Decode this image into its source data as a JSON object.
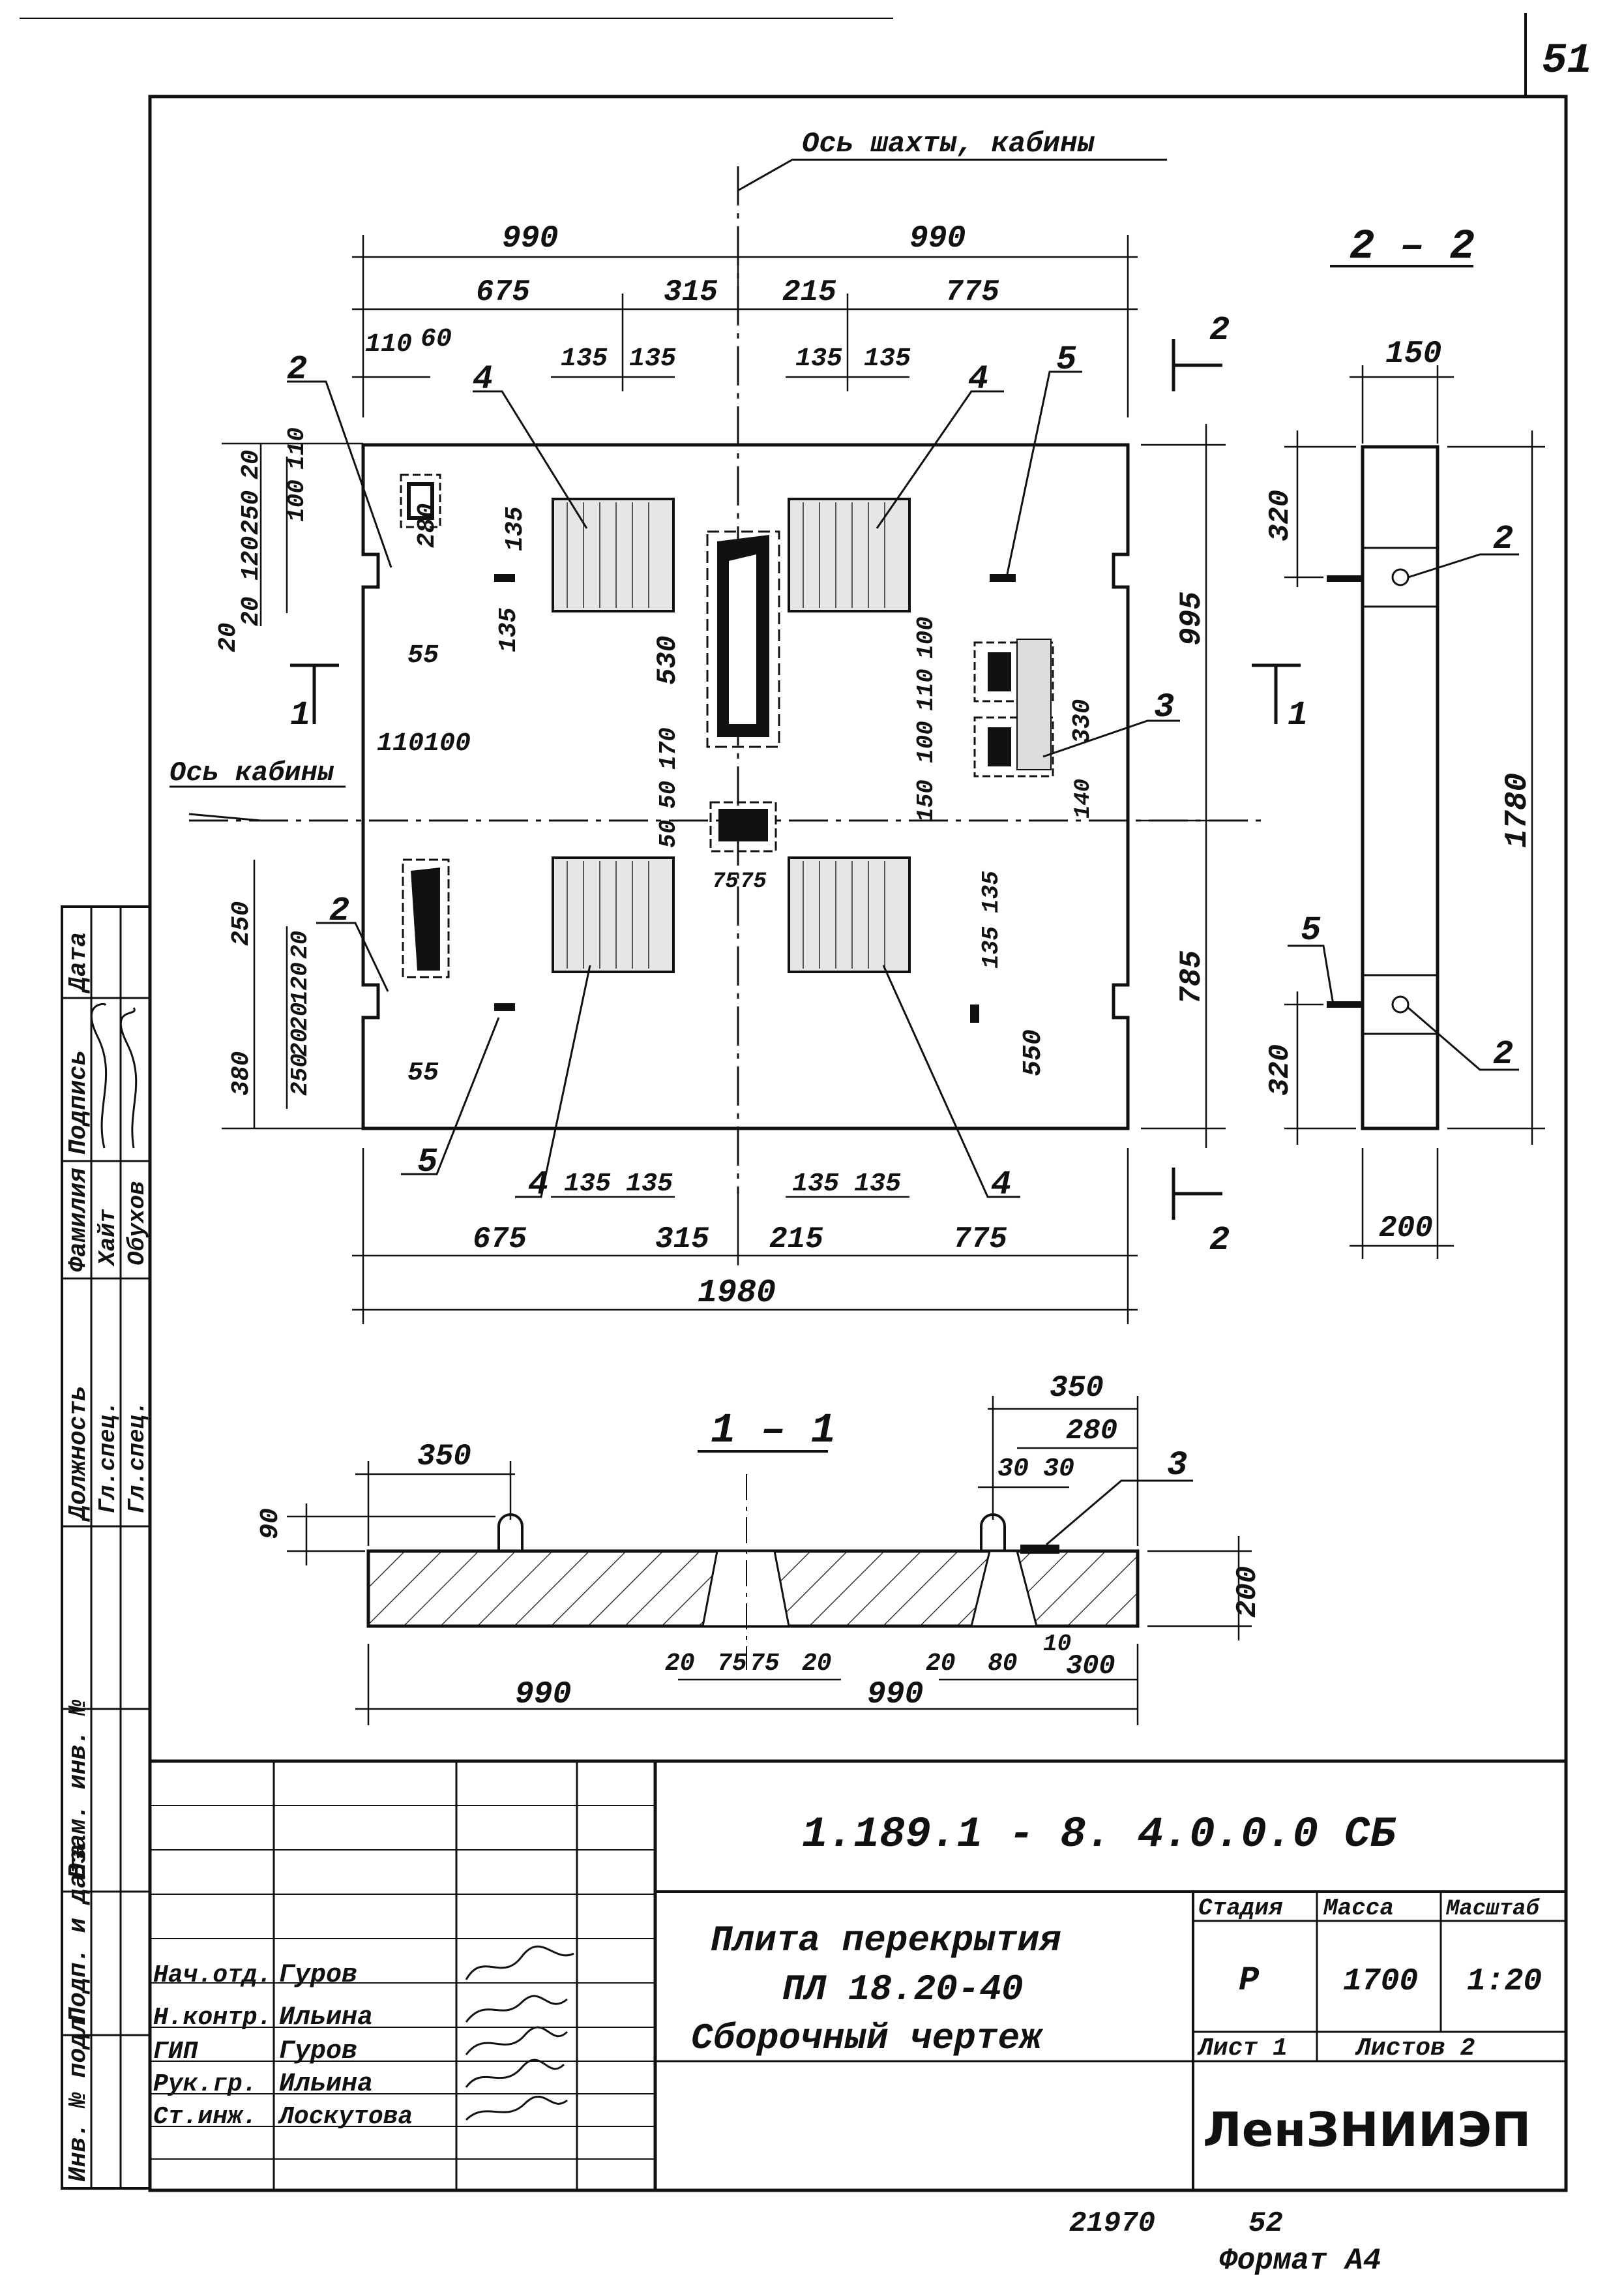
{
  "page_number": "51",
  "axis_shaft": "Ось шахты, кабины",
  "axis_cabin": "Ось кабины",
  "plan": {
    "top_dims": [
      "990",
      "990",
      "675",
      "315",
      "215",
      "775",
      "110",
      "60",
      "135",
      "135",
      "135",
      "135"
    ],
    "bottom_dims": [
      "135",
      "135",
      "135",
      "135",
      "675",
      "315",
      "215",
      "775",
      "1980"
    ],
    "left_dims_top": [
      "250",
      "20",
      "120",
      "20",
      "100",
      "110",
      "20",
      "55",
      "110",
      "100"
    ],
    "left_dims_bottom": [
      "250",
      "20",
      "120",
      "20",
      "250",
      "20",
      "380",
      "55"
    ],
    "inner_dims": [
      "280",
      "135",
      "135",
      "530",
      "170",
      "50",
      "50",
      "75",
      "75",
      "100",
      "110",
      "100",
      "150",
      "330",
      "140",
      "135",
      "135",
      "550"
    ],
    "right_dims": [
      "995",
      "785"
    ],
    "callouts": [
      "2",
      "4",
      "4",
      "5",
      "3",
      "2",
      "5",
      "4",
      "4"
    ],
    "section_marks": [
      "1",
      "1",
      "2",
      "2"
    ]
  },
  "section_2": {
    "title": "2 – 2",
    "dims": [
      "150",
      "320",
      "1780",
      "320",
      "200"
    ],
    "callouts": [
      "2",
      "5",
      "2"
    ]
  },
  "section_1": {
    "title": "1 – 1",
    "dims": [
      "350",
      "350",
      "280",
      "30",
      "30",
      "90",
      "200",
      "20",
      "75",
      "75",
      "20",
      "20",
      "80",
      "10",
      "300",
      "990",
      "990"
    ],
    "callouts": [
      "3"
    ]
  },
  "side_stamp": {
    "columns": [
      "Должность",
      "Фамилия",
      "Подпись",
      "Дата"
    ],
    "rows": [
      [
        "Гл.спец.",
        "Хайт",
        "",
        ""
      ],
      [
        "Гл.спец.",
        "Обухов",
        "",
        ""
      ]
    ],
    "labels": [
      "Взам. инв. №",
      "Подп. и дата",
      "Инв. № подл."
    ]
  },
  "title_block": {
    "code": "1.189.1 - 8.          4.0.0.0 СБ",
    "name_lines": [
      "Плита перекрытия",
      "ПЛ 18.20-40",
      "Сборочный чертеж"
    ],
    "stage_header": "Стадия",
    "mass_header": "Масса",
    "scale_header": "Масштаб",
    "stage": "Р",
    "mass": "1700",
    "scale": "1:20",
    "sheet": "Лист 1",
    "sheets": "Листов 2",
    "organization": "ЛенЗНИИЭП",
    "staff": [
      [
        "Нач.отд.",
        "Гуров"
      ],
      [
        "Н.контр.",
        "Ильина"
      ],
      [
        "ГИП",
        "Гуров"
      ],
      [
        "Рук.гр.",
        "Ильина"
      ],
      [
        "Ст.инж.",
        "Лоскутова"
      ]
    ]
  },
  "footer": {
    "number": "21970",
    "page": "52",
    "format": "Формат А4"
  }
}
